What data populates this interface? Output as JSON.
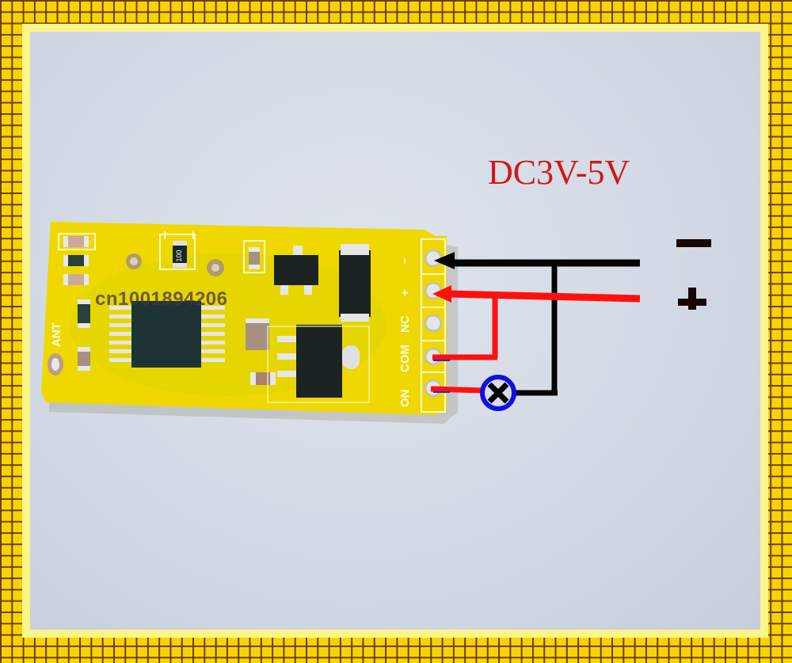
{
  "diagram": {
    "title": "DC3V-5V",
    "supply_labels": {
      "negative": "−",
      "positive": "+"
    },
    "watermark": "cn1001894206",
    "board": {
      "antenna_label": "ANT",
      "terminal_labels": [
        "−",
        "+",
        "NC",
        "COM",
        "ON"
      ],
      "resistor_marking": "100"
    },
    "wires": [
      {
        "from": "supply-negative",
        "to": "terminal-minus",
        "color": "#000000",
        "arrow": true
      },
      {
        "from": "supply-positive",
        "to": "terminal-plus",
        "color": "#ff1010",
        "arrow": true
      },
      {
        "from": "supply-positive",
        "to": "terminal-com",
        "color": "#ff1010"
      },
      {
        "from": "terminal-on",
        "to": "load-lamp",
        "color": "#ff1010"
      },
      {
        "from": "load-lamp",
        "to": "supply-negative",
        "color": "#000000"
      }
    ],
    "load": {
      "symbol": "lamp",
      "ring_color": "#1010e0"
    },
    "colors": {
      "title": "#d21818",
      "board": "#f0d800",
      "border": "#f7d400",
      "background": "#d6dce6"
    }
  }
}
